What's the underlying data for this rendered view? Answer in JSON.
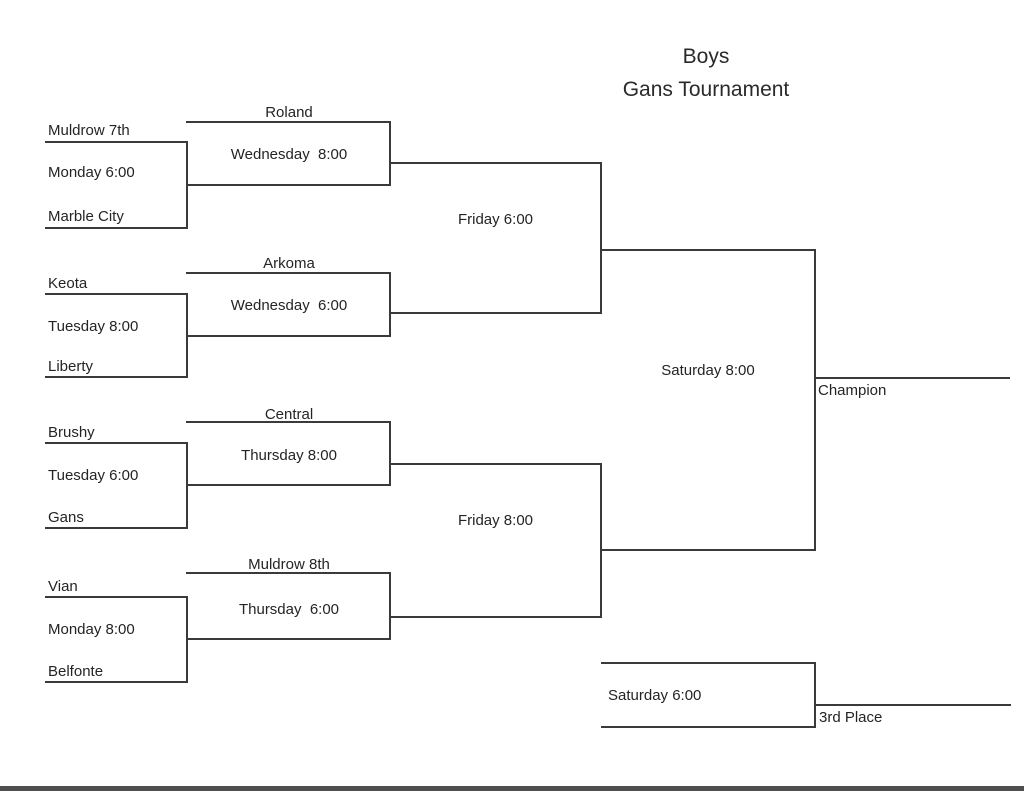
{
  "page": {
    "background": "#ffffff",
    "line_color": "#3a3a3a",
    "text_color": "#242424",
    "scan_bar_color": "#4f4f4f"
  },
  "title": {
    "line1": "Boys",
    "line2": "Gans Tournament"
  },
  "round1_games": [
    {
      "team_top": "Muldrow 7th",
      "time": "Monday 6:00",
      "team_bottom": "Marble City"
    },
    {
      "team_top": "Keota",
      "time": "Tuesday 8:00",
      "team_bottom": "Liberty"
    },
    {
      "team_top": "Brushy",
      "time": "Tuesday 6:00",
      "team_bottom": "Gans"
    },
    {
      "team_top": "Vian",
      "time": "Monday 8:00",
      "team_bottom": "Belfonte"
    }
  ],
  "round2_games": [
    {
      "team": "Roland",
      "time": "Wednesday  8:00"
    },
    {
      "team": "Arkoma",
      "time": "Wednesday  6:00"
    },
    {
      "team": "Central",
      "time": "Thursday 8:00"
    },
    {
      "team": "Muldrow 8th",
      "time": "Thursday  6:00"
    }
  ],
  "semifinals": [
    {
      "time": "Friday 6:00"
    },
    {
      "time": "Friday 8:00"
    }
  ],
  "final": {
    "time": "Saturday 8:00",
    "result_label": "Champion"
  },
  "third_place_game": {
    "time": "Saturday 6:00",
    "result_label": "3rd Place"
  }
}
